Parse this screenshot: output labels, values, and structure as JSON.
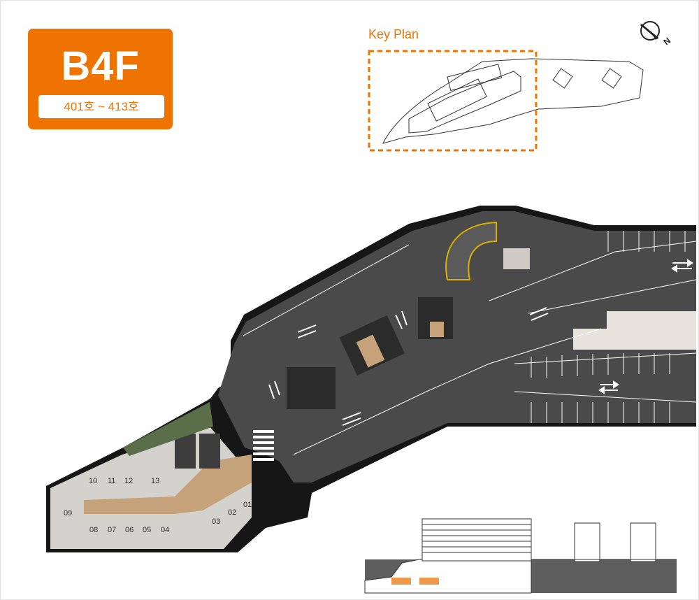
{
  "floor": {
    "title": "B4F",
    "unit_range": "401호 ~ 413호"
  },
  "key_plan": {
    "title": "Key Plan"
  },
  "compass": {
    "letter": "N"
  },
  "units": [
    {
      "id": "u10",
      "label": "10"
    },
    {
      "id": "u11",
      "label": "11"
    },
    {
      "id": "u12",
      "label": "12"
    },
    {
      "id": "u13",
      "label": "13"
    },
    {
      "id": "u09",
      "label": "09"
    },
    {
      "id": "u08",
      "label": "08"
    },
    {
      "id": "u07",
      "label": "07"
    },
    {
      "id": "u06",
      "label": "06"
    },
    {
      "id": "u05",
      "label": "05"
    },
    {
      "id": "u04",
      "label": "04"
    },
    {
      "id": "u03",
      "label": "03"
    },
    {
      "id": "u02",
      "label": "02"
    },
    {
      "id": "u01",
      "label": "01"
    }
  ],
  "colors": {
    "accent": "#ef7300",
    "asphalt": "#4a4a4a",
    "wall": "#161616",
    "lane": "#ffffff",
    "unit": "#d4d2cd",
    "corridor": "#c5a27a",
    "landscape": "#5b6e4a",
    "ramp": "#d9b000"
  }
}
